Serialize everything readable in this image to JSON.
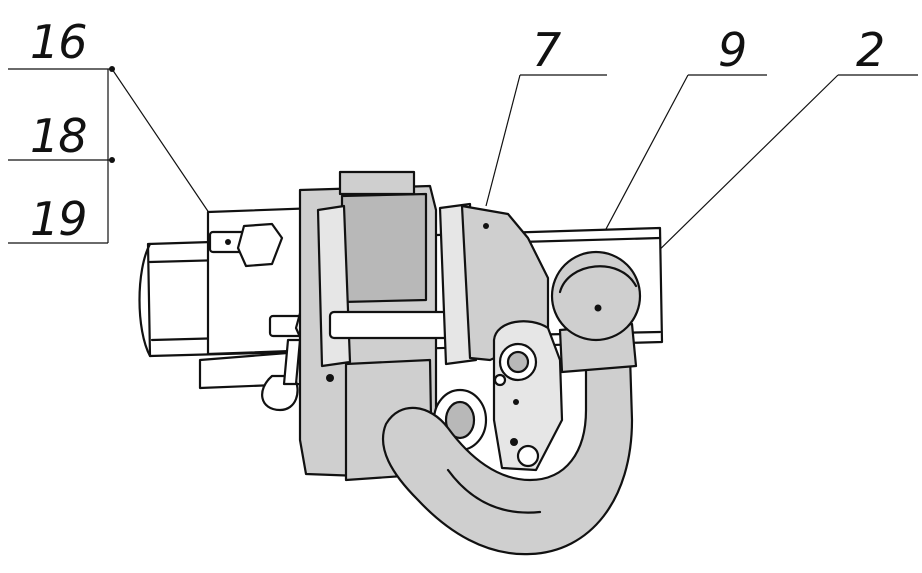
{
  "callouts": {
    "c16": "16",
    "c18": "18",
    "c19": "19",
    "c7": "7",
    "c9": "9",
    "c2": "2"
  },
  "colors": {
    "ink": "#111111",
    "part_fill": "#cfcfcf",
    "background": "#ffffff"
  }
}
